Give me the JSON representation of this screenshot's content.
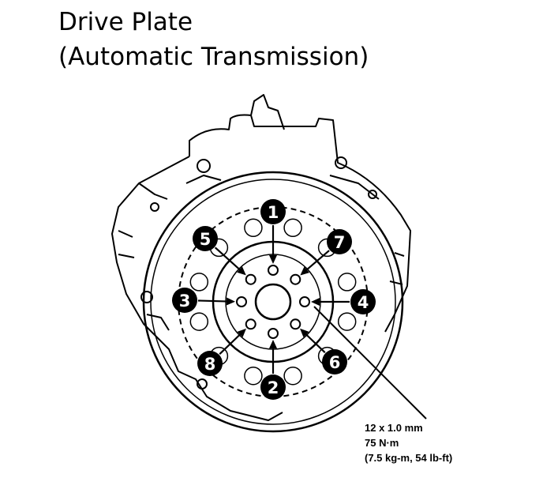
{
  "title": {
    "line1": "Drive Plate",
    "line2": "(Automatic Transmission)"
  },
  "tightening_sequence": [
    "1",
    "2",
    "3",
    "4",
    "5",
    "6",
    "7",
    "8"
  ],
  "torque_spec": {
    "bolt_size": "12 x 1.0 mm",
    "torque_nm": "75 N·m",
    "torque_alt": "(7.5 kg-m, 54 lb-ft)"
  },
  "colors": {
    "line": "#000000",
    "background": "#ffffff",
    "badge_text": "#ffffff"
  }
}
